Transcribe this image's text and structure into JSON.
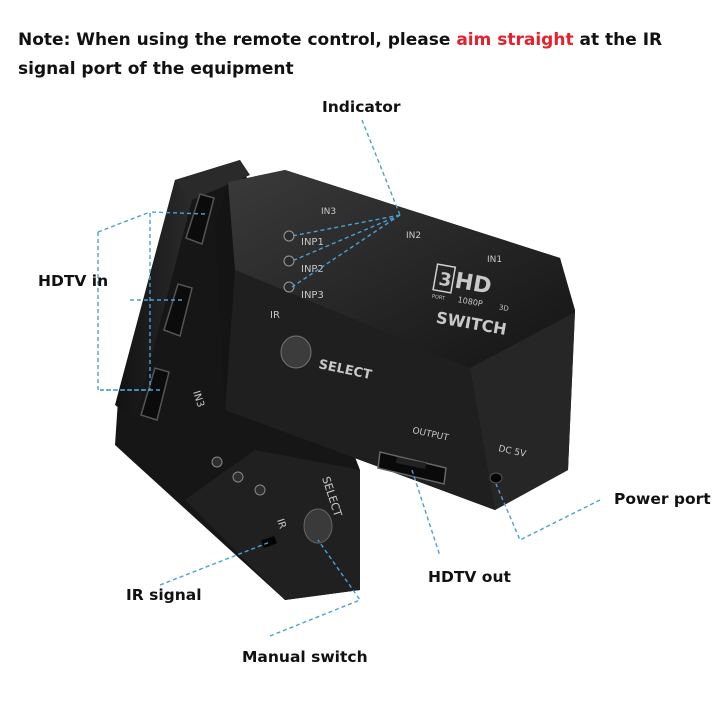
{
  "note": {
    "prefix": "Note: When using the remote control, please ",
    "highlight": "aim straight",
    "suffix": " at the IR signal port of the equipment"
  },
  "callouts": {
    "indicator": "Indicator",
    "hdtv_in": "HDTV in",
    "power_port": "Power port",
    "hdtv_out": "HDTV out",
    "ir_signal": "IR signal",
    "manual_switch": "Manual switch"
  },
  "device_labels": {
    "in1": "IN1",
    "in2": "IN2",
    "in3": "IN3",
    "inp1": "INP1",
    "inp2": "INP2",
    "inp3": "INP3",
    "ir": "IR",
    "select": "SELECT",
    "output": "OUTPUT",
    "dc": "DC 5V",
    "logo_num": "3",
    "logo_hd": "HD",
    "logo_port": "PORT",
    "logo_res": "1080P",
    "logo_3d": "3D",
    "switch": "SWITCH"
  },
  "colors": {
    "highlight": "#e8202a",
    "leader_line": "#4a9fd8",
    "device_body": "#1c1c1c"
  }
}
